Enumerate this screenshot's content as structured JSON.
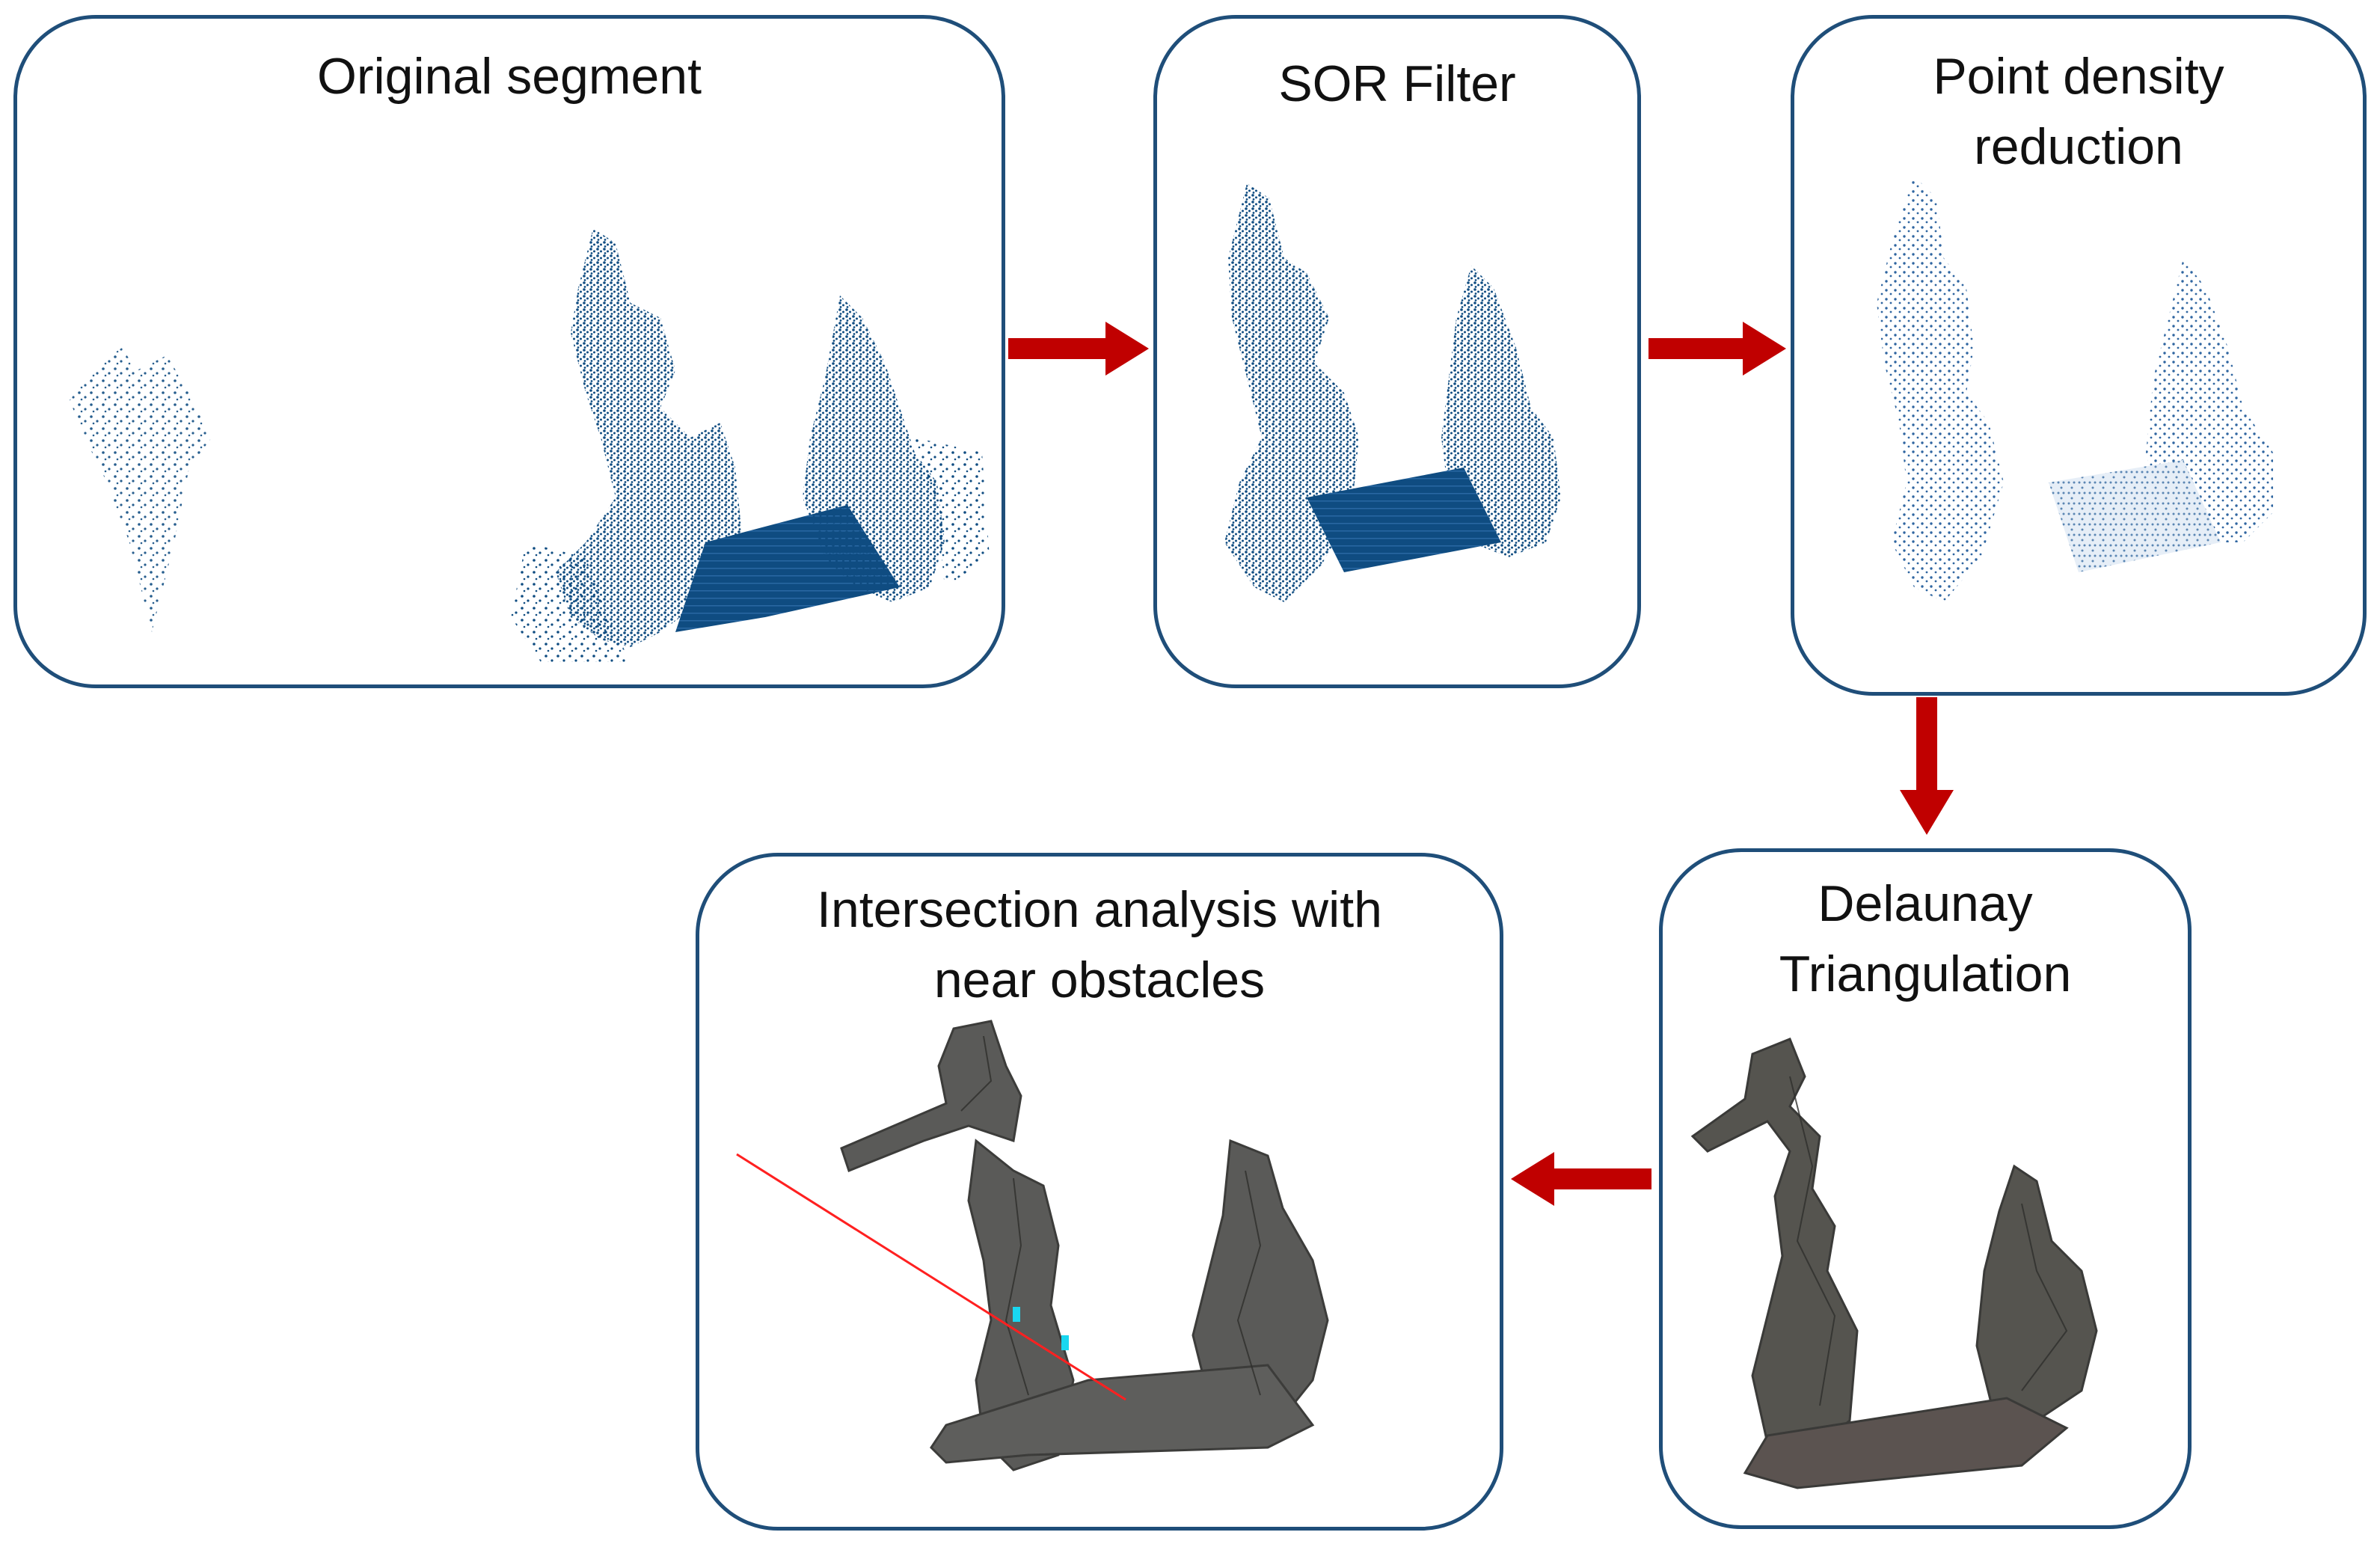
{
  "colors": {
    "panel_border": "#1f4e79",
    "point_cloud": "#0f4c81",
    "point_cloud_light": "#5b86b3",
    "mesh": "#5a5a58",
    "mesh_dark": "#3a3a3a",
    "arrow": "#c00000",
    "ray": "#ff2020",
    "intersection": "#19d7f0"
  },
  "panels": {
    "original": {
      "title": "Original segment"
    },
    "sor": {
      "title": "SOR Filter"
    },
    "density": {
      "title": "Point density\nreduction"
    },
    "delaunay": {
      "title": "Delaunay\nTriangulation"
    },
    "intersection": {
      "title": "Intersection analysis with\nnear obstacles"
    }
  }
}
